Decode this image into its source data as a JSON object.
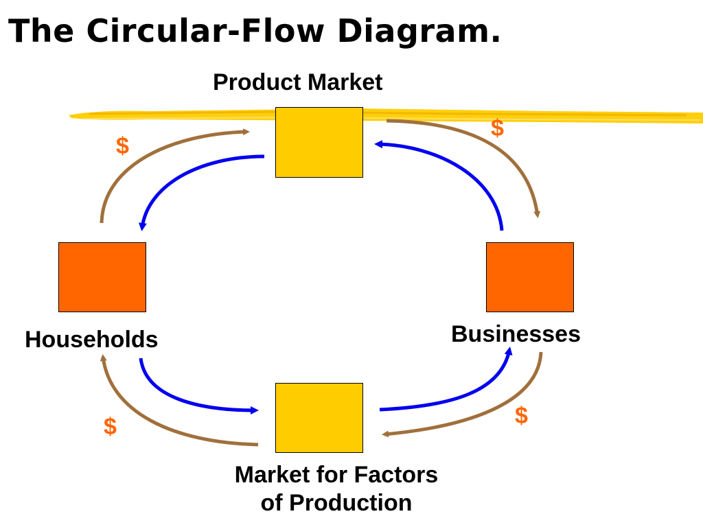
{
  "title": "The Circular-Flow Diagram.",
  "nodes": {
    "product_market": "Product Market",
    "households": "Households",
    "businesses": "Businesses",
    "factor_market_line1": "Market for Factors",
    "factor_market_line2": "of Production"
  },
  "money_symbol": "$",
  "colors": {
    "market_box": "#ffcc00",
    "agent_box": "#ff6600",
    "money_flow": "#a0703c",
    "goods_flow": "#0000ee",
    "dollar_text": "#ff6600",
    "highlight_stripe": "#ffcc00"
  }
}
